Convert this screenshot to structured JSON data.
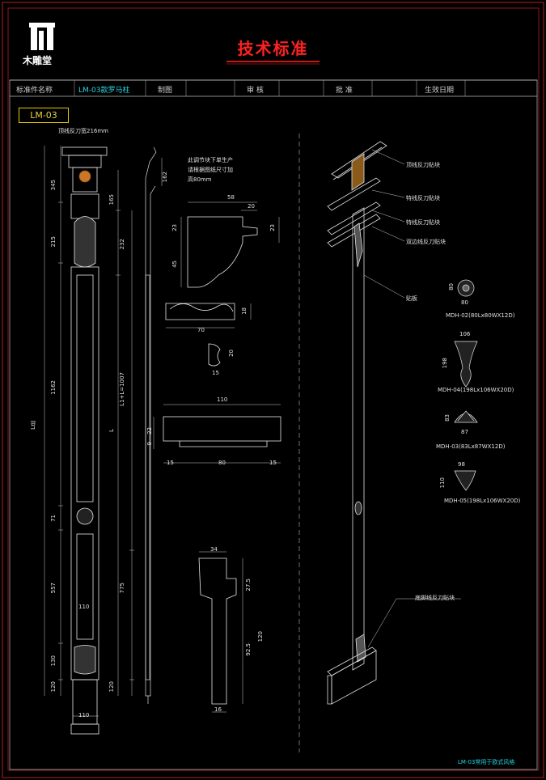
{
  "title": "技术标准",
  "logo": "木雕堂",
  "header_row": {
    "name_label": "标准件名称",
    "name_value": "LM-03款罗马柱",
    "draw_label": "制图",
    "check_label": "审 核",
    "approve_label": "批 准",
    "date_label": "生效日期"
  },
  "code": "LM-03",
  "front": {
    "top_note": "顶线反刀宽216mm",
    "total": "L总",
    "dims": [
      "345",
      "215",
      "1162",
      "71",
      "557",
      "110",
      "130",
      "120"
    ],
    "bottom_width": "110"
  },
  "side": {
    "dims": [
      "165",
      "232",
      "L1+L=1007",
      "L",
      "775",
      "120"
    ],
    "small": "162"
  },
  "notes": {
    "note_line1": "此调节块下单生产",
    "note_line2": "请根据图纸尺寸加",
    "note_line3": "高80mm"
  },
  "profile1": {
    "w": "58",
    "w2": "20",
    "h1": "23",
    "h2": "23",
    "h3": "45"
  },
  "profile2": {
    "w": "70",
    "h": "18"
  },
  "profile3": {
    "w": "15",
    "h": "20"
  },
  "profile4": {
    "w": "110",
    "h1": "22",
    "h2": "9",
    "b1": "15",
    "b2": "80",
    "b3": "15"
  },
  "profile5": {
    "w": "34",
    "h1": "27.5",
    "h2": "92.5",
    "h3": "120",
    "b": "16"
  },
  "callouts": {
    "c1": "顶线反刀贴块",
    "c2": "特线反刀贴块",
    "c3": "特线反刀贴块",
    "c4": "双边线反刀贴块",
    "c5": "贴板",
    "c6": "底脚线反刀贴块"
  },
  "carvings": {
    "m2": "MDH-02(80Lx80WX12D)",
    "m2_dim_h": "80",
    "m2_dim_w": "80",
    "m4": "MDH-04(198Lx106WX20D)",
    "m4_dim_w": "106",
    "m4_dim_h": "198",
    "m3": "MDH-03(83Lx87WX12D)",
    "m3_dim_h": "83",
    "m3_dim_w": "87",
    "m5": "MDH-05(198Lx106WX20D)",
    "m5_dim_w": "98",
    "m5_dim_h": "110"
  },
  "footnote": "LM-03常用于欧式风格",
  "colors": {
    "frame": "#cc2222",
    "accent": "#27d6e0",
    "title": "#ff2222",
    "tag": "#e6c800"
  }
}
